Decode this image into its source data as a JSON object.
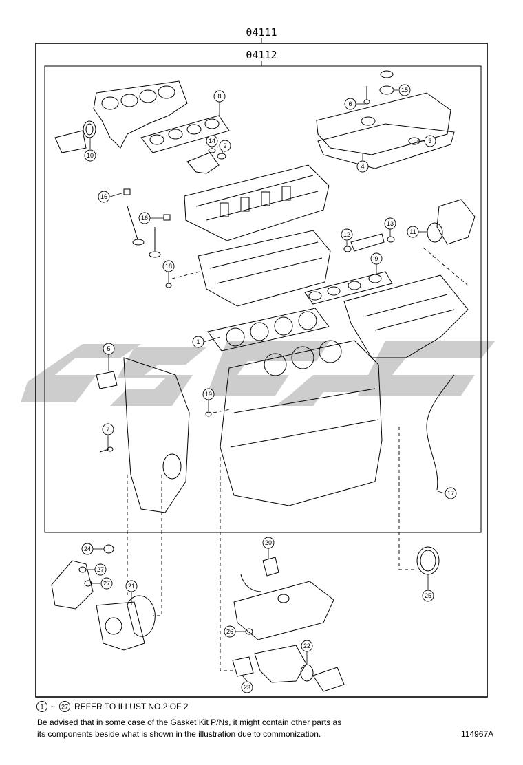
{
  "assembly_codes": {
    "outer": "04111",
    "inner": "04112"
  },
  "callouts": [
    "1",
    "2",
    "3",
    "4",
    "5",
    "6",
    "7",
    "8",
    "9",
    "10",
    "11",
    "12",
    "13",
    "14",
    "15",
    "16",
    "16",
    "17",
    "18",
    "19",
    "20",
    "21",
    "22",
    "23",
    "24",
    "25",
    "26",
    "27",
    "27"
  ],
  "notes": {
    "range_start": "1",
    "range_sep": "~",
    "range_end": "27",
    "refer_text": "REFER TO ILLUST NO.2 OF 2",
    "advisory_line1": "Be advised that in some case of the Gasket Kit P/Ns, it might contain other parts as",
    "advisory_line2": "its components beside what is shown in the illustration due to commonization."
  },
  "illustration_id": "114967A",
  "colors": {
    "line": "#000000",
    "watermark": "#c8c8c8"
  }
}
